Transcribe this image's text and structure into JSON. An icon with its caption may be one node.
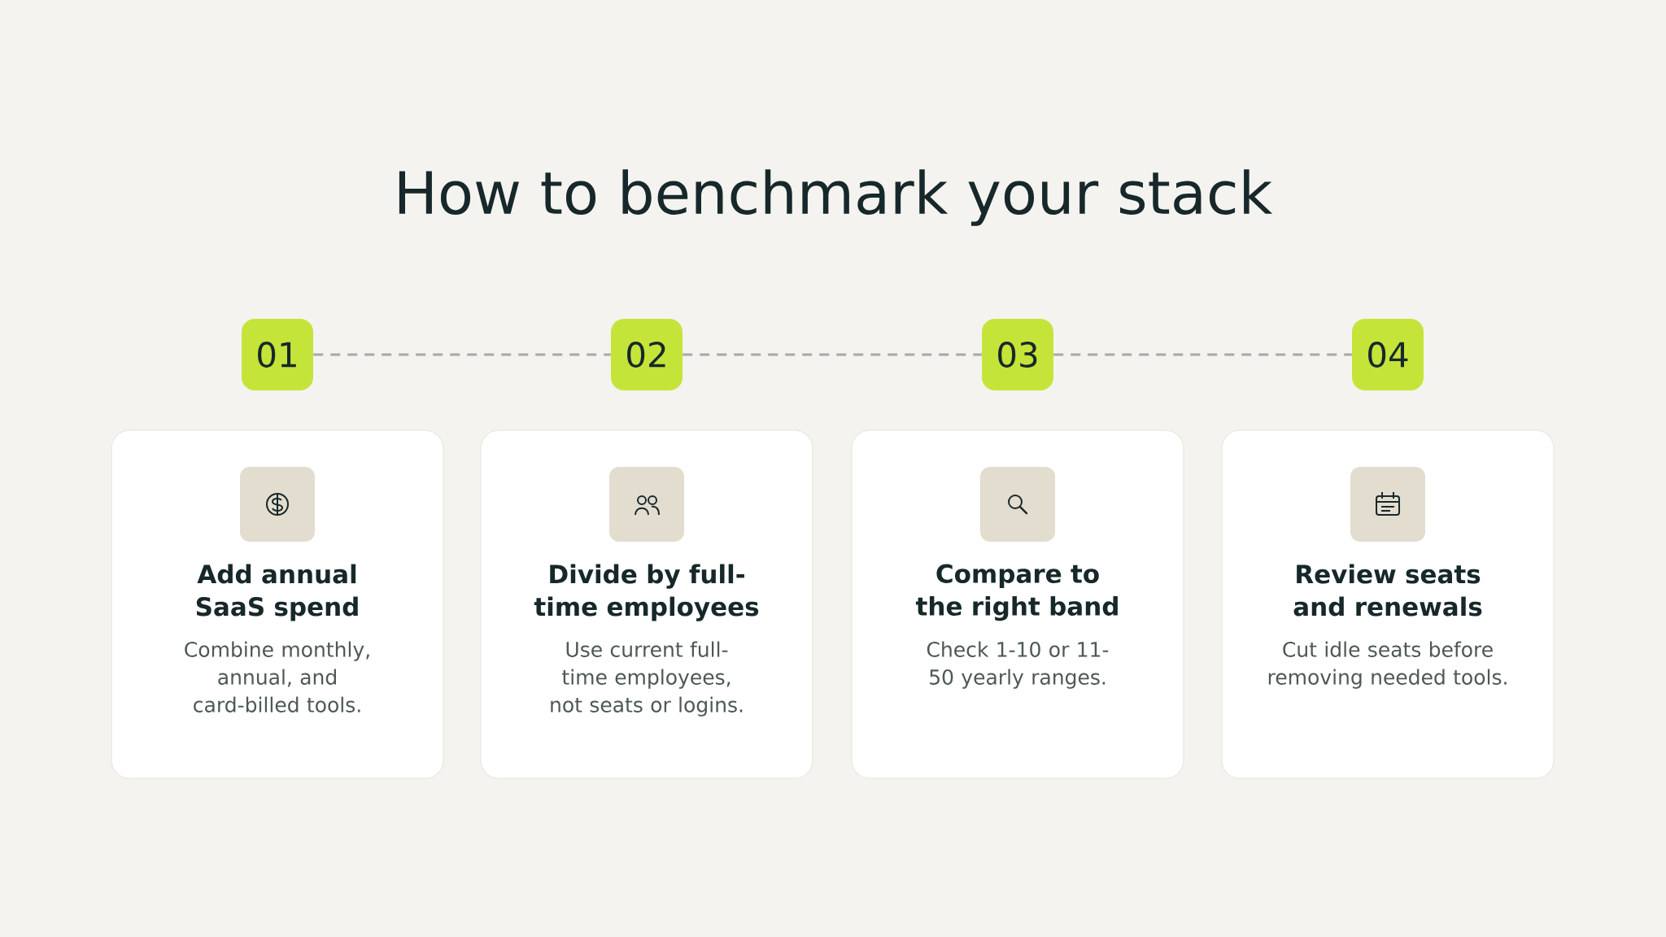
{
  "diagram": {
    "title": "How to benchmark your stack",
    "nodes": [
      {
        "text": [
          "01"
        ]
      },
      {
        "text": [
          "02"
        ]
      },
      {
        "text": [
          "03"
        ]
      },
      {
        "text": [
          "04"
        ]
      },
      {
        "text": [
          "Add annual SaaS spend",
          "Combine monthly, annual, and card-billed tools."
        ]
      },
      {
        "text": [
          "Divide by full-time employees",
          "Use current full-time employees, not seats or logins."
        ]
      },
      {
        "text": [
          "Compare to the right band",
          "Check 1-10 or 11-50 yearly ranges."
        ]
      },
      {
        "text": [
          "Review seats and renewals",
          "Cut idle seats before removing needed tools."
        ]
      }
    ],
    "edges": [
      {
        "from": 0,
        "to": 1,
        "arrow": "none",
        "style": "dashed"
      },
      {
        "from": 1,
        "to": 2,
        "arrow": "none",
        "style": "dashed"
      },
      {
        "from": 2,
        "to": 3,
        "arrow": "none",
        "style": "dashed"
      }
    ]
  }
}
